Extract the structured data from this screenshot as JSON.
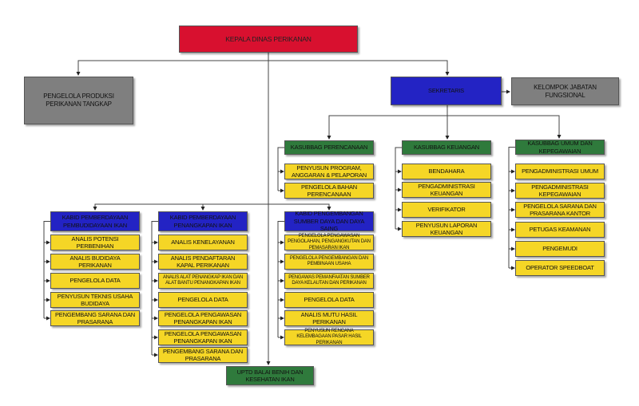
{
  "head": "KEPALA DINAS PERIKANAN",
  "production": "PENGELOLA PRODUKSI PERIKANAN TANGKAP",
  "secretary": "SEKRETARIS",
  "functional_group": "KELOMPOK JABATAN FUNGSIONAL",
  "uptd": "UPTD BALAI BENIH DAN KESEHATAN IKAN",
  "subsections": [
    {
      "title": "KASUBBAG PERENCANAAN",
      "items": [
        "PENYUSUN PROGRAM, ANGGARAN & PELAPORAN",
        "PENGELOLA BAHAN PERENCANAAN"
      ]
    },
    {
      "title": "KASUBBAG KEUANGAN",
      "items": [
        "BENDAHARA",
        "PENGADMINISTRASI KEUANGAN",
        "VERIFIKATOR",
        "PENYUSUN LAPORAN KEUANGAN"
      ]
    },
    {
      "title": "KASUBBAG UMUM DAN KEPEGAWAIAN",
      "items": [
        "PENGADMINISTRASI UMUM",
        "PENGADMINISTRASI KEPEGAWAIAN",
        "PENGELOLA SARANA DAN PRASARANA KANTOR",
        "PETUGAS KEAMANAN",
        "PENGEMUDI",
        "OPERATOR SPEEDBOAT"
      ]
    }
  ],
  "divisions": [
    {
      "title": "KABID PEMBERDAYAAN PEMBUDIDAYAAN IKAN",
      "items": [
        "ANALIS POTENSI PERBENIHAN",
        "ANALIS BUDIDAYA PERIKANAN",
        "PENGELOLA DATA",
        "PENYUSUN TEKNIS USAHA BUDIDAYA",
        "PENGEMBANG SARANA DAN PRASARANA"
      ]
    },
    {
      "title": "KABID PEMBERDAYAAN PENANGKAPAN IKAN",
      "items": [
        "ANALIS KENELAYANAN",
        "ANALIS PENDAFTARAN KAPAL PERIKANAN",
        "ANALIS ALAT PENANGKAP IKAN DAN ALAT BANTU PENANGKAPAN IKAN",
        "PENGELOLA DATA",
        "PENGELOLA PENGAWASAN PENANGKAPAN IKAN",
        "PENGELOLA PENGAWASAN PENANGKAPAN IKAN",
        "PENGEMBANG SARANA DAN PRASARANA"
      ]
    },
    {
      "title": "KABID PENGEMBANGAN SUMBER DAYA DAN DAYA SAING",
      "items": [
        "PENGELOLA PENGAWASAN PENGOLAHAN, PENGANGKUTAN DAN PEMASARAN IKAN",
        "PENGELOLA PENGEMBANGAN DAN PEMBINAAN USAHA",
        "PENGAWAS PEMANFAATAN SUMBER DAYA KELAUTAN DAN PERIKANAN",
        "PENGELOLA DATA",
        "ANALIS MUTU HASIL PERIKANAN",
        "PENYUSUN RENCANA KELEMBAGAAN PASAR HASIL PERIKANAN"
      ]
    }
  ]
}
